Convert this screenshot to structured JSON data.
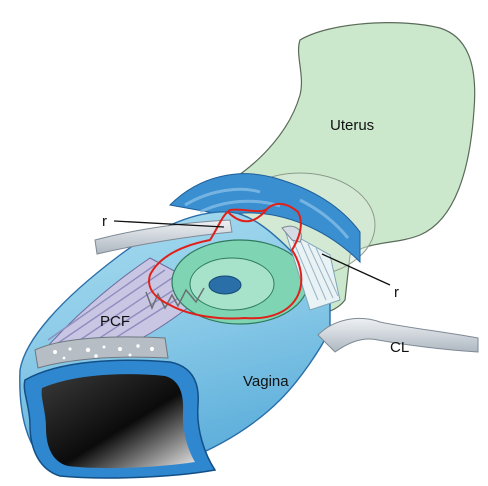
{
  "diagram": {
    "labels": {
      "uterus": "Uterus",
      "r_left": "r",
      "r_right": "r",
      "pcf": "PCF",
      "cl": "CL",
      "vagina": "Vagina"
    },
    "colors": {
      "uterus_fill": "#cce8cc",
      "vagina_tube": "#8ecbe6",
      "vagina_dark": "#2a86c8",
      "ligament": "#cfd6de",
      "fascia": "#b7b9d9",
      "annotation_red": "#e0211a",
      "cervix_green": "#7fd4b4"
    }
  }
}
